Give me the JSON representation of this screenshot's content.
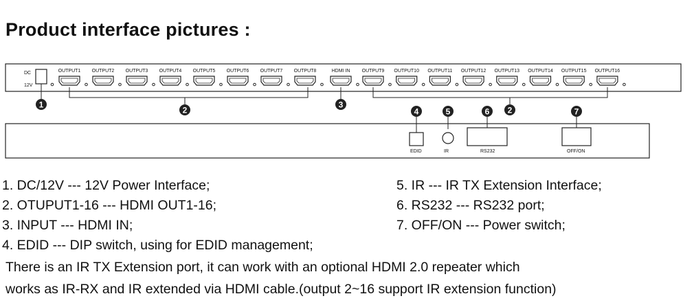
{
  "title": "Product interface pictures :",
  "front_panel": {
    "dc_label_1": "DC",
    "dc_label_2": "12V",
    "outputs_left": [
      "OUTPUT1",
      "OUTPUT2",
      "OUTPUT3",
      "OUTPUT4",
      "OUTPUT5",
      "OUTPUT6",
      "OUTPUT7",
      "OUTPUT8"
    ],
    "hdmi_in": "HDMI IN",
    "outputs_right": [
      "OUTPUT9",
      "OUTPUT10",
      "OUTPUT11",
      "OUTPUT12",
      "OUTPUT13",
      "OUTPUT14",
      "OUTPUT15",
      "OUTPUT16"
    ]
  },
  "callouts": {
    "c1": "1",
    "c2a": "2",
    "c3": "3",
    "c4": "4",
    "c5": "5",
    "c6": "6",
    "c2b": "2",
    "c7": "7"
  },
  "back_panel": {
    "edid": "EDID",
    "ir": "IR",
    "rs232": "RS232",
    "offon": "OFF/ON"
  },
  "descriptions": {
    "d1": "1. DC/12V --- 12V Power Interface;",
    "d2": "2. OTUPUT1-16 --- HDMI OUT1-16;",
    "d3": "3. INPUT --- HDMI IN;",
    "d4": "4. EDID --- DIP switch, using for EDID management;",
    "d5": "5. IR --- IR TX Extension Interface;",
    "d6": "6. RS232 --- RS232 port;",
    "d7": "7. OFF/ON --- Power switch;",
    "note1": "There is an IR TX Extension port, it can work with an optional HDMI 2.0 repeater which",
    "note2": "works as IR-RX and IR extended via HDMI cable.(output 2~16 support IR extension function)"
  }
}
